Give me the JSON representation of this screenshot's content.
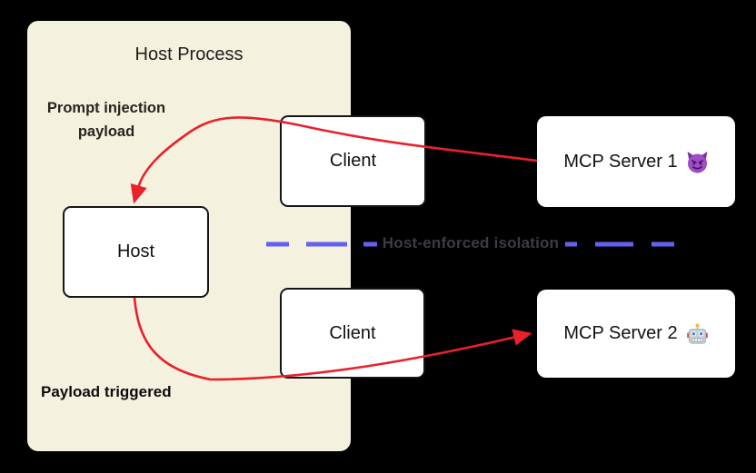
{
  "colors": {
    "background": "#000000",
    "host_process_bg": "#f5f1df",
    "box_bg": "#ffffff",
    "box_border": "#151515",
    "arrow_red": "#e8212b",
    "isolation_dash": "#6561f0",
    "isolation_label": "#3a3d46",
    "text_dark": "#1d1d1d"
  },
  "host_process": {
    "title": "Host Process"
  },
  "nodes": {
    "host": {
      "label": "Host"
    },
    "client_top": {
      "label": "Client"
    },
    "client_bottom": {
      "label": "Client"
    },
    "mcp_server_1": {
      "label": "MCP Server 1",
      "icon": "devil-emoji"
    },
    "mcp_server_2": {
      "label": "MCP Server 2",
      "icon": "robot-emoji"
    }
  },
  "annotations": {
    "prompt_injection": "Prompt injection payload",
    "payload_triggered": "Payload triggered",
    "isolation_label": "Host-enforced isolation"
  }
}
